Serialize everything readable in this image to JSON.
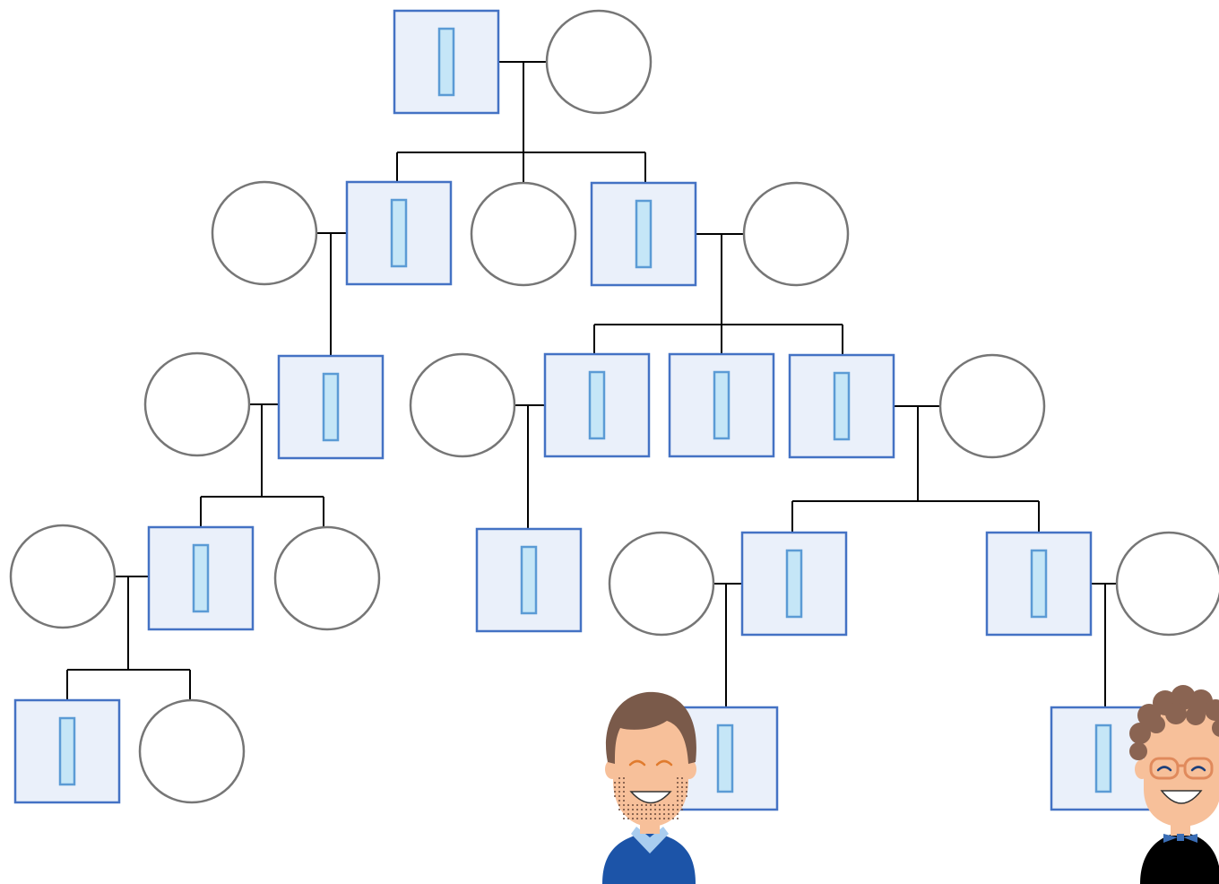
{
  "diagram": {
    "type": "pedigree",
    "colors": {
      "line": "#000000",
      "male_fill": "#eaf0fa",
      "male_stroke": "#4472c4",
      "marker_fill": "#c5e6f7",
      "marker_stroke": "#5b9bd5",
      "female_fill": "#ffffff",
      "female_stroke": "#767676"
    },
    "generations": [
      {
        "id": "gen-1",
        "members": [
          "grandpa-1",
          "grandma-1"
        ]
      },
      {
        "id": "gen-2",
        "members": [
          "wife-2a",
          "son-2a",
          "daughter-2b",
          "son-2c",
          "wife-2c"
        ]
      },
      {
        "id": "gen-3",
        "members": [
          "wife-3a",
          "son-3a",
          "wife-3b",
          "son-3b",
          "son-3c",
          "son-3d",
          "wife-3d"
        ]
      },
      {
        "id": "gen-4",
        "members": [
          "wife-4a",
          "son-4a",
          "daughter-4b",
          "son-4c",
          "wife-4d",
          "son-4d",
          "son-4e",
          "wife-4e"
        ]
      },
      {
        "id": "gen-5",
        "members": [
          "son-5a",
          "daughter-5b",
          "son-5c",
          "son-5d"
        ]
      }
    ],
    "avatars": [
      {
        "name": "avatar-bearded-man",
        "hair": "#7a5a4a",
        "skin": "#f7c09a",
        "shirt": "#1c54a8",
        "collar": "#a9cdef",
        "beard": "dotted"
      },
      {
        "name": "avatar-man-with-glasses",
        "hair": "#8a6452",
        "skin": "#f7c09a",
        "shirt": "#000000",
        "bowtie": "#3a6db5",
        "glasses": "#e08a5c"
      }
    ]
  }
}
